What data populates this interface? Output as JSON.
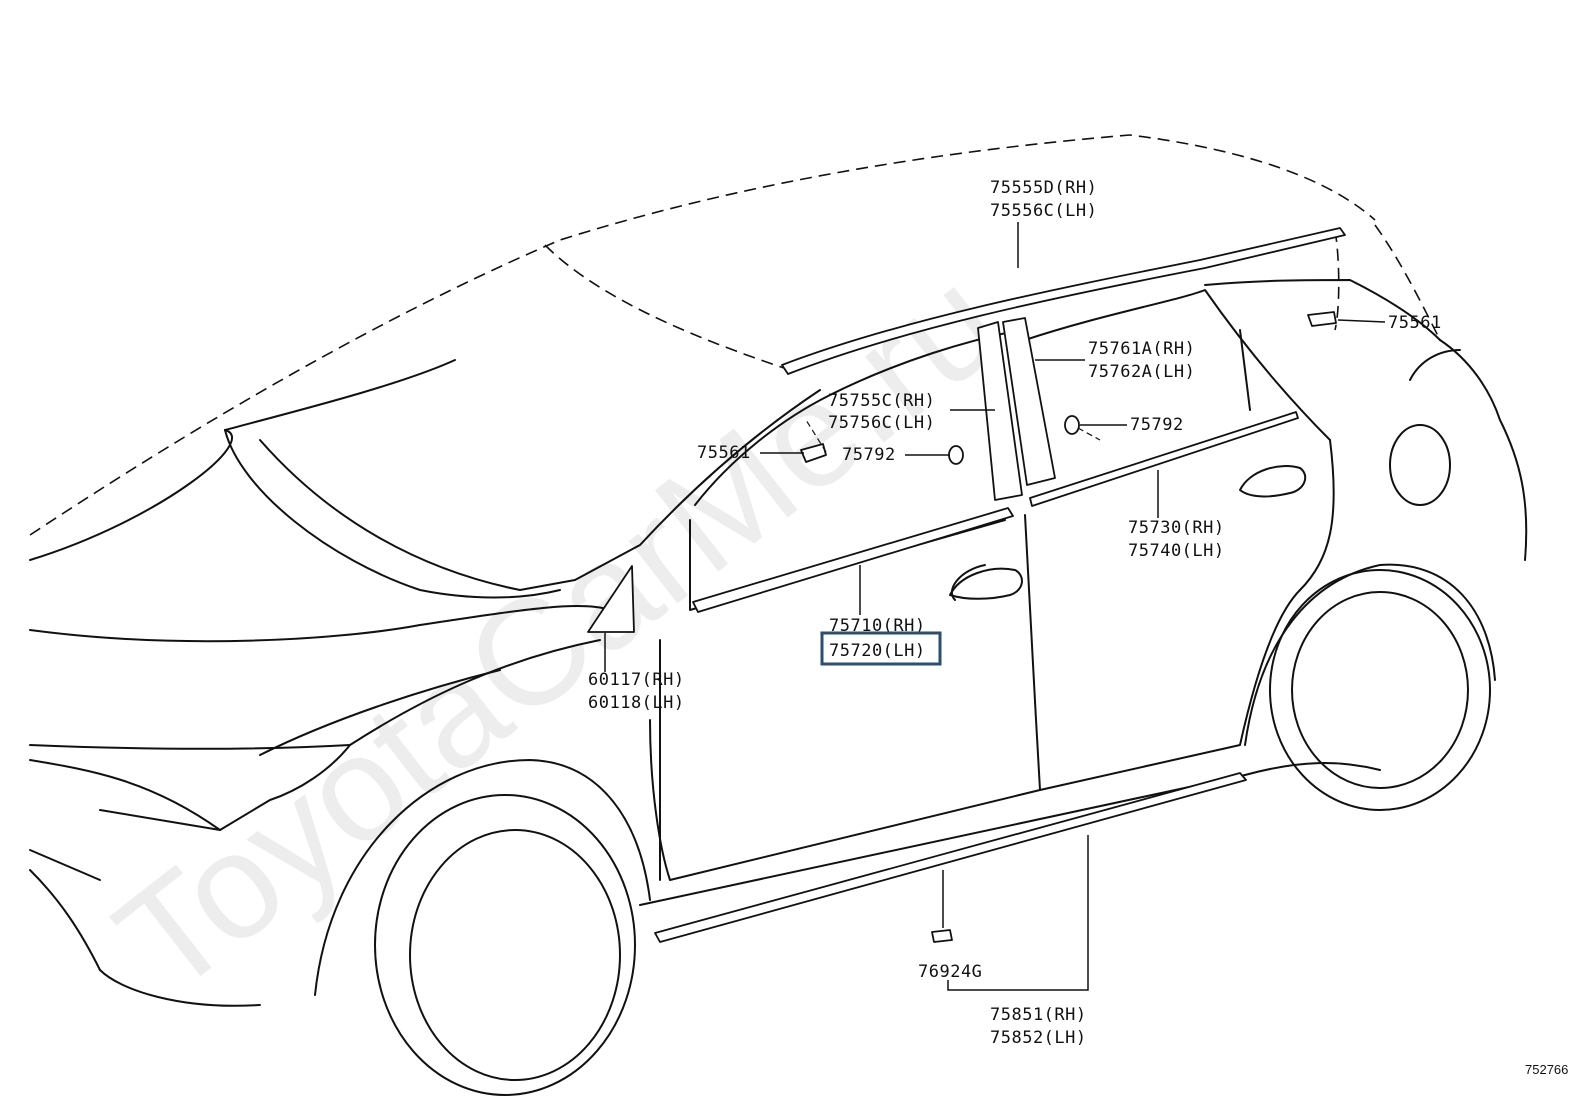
{
  "watermark": "ToyotaCarMe.ru",
  "diagram_ref": "752766",
  "highlight_color": "#2b4f6c",
  "callouts": {
    "c75555": {
      "rh": "75555D(RH)",
      "lh": "75556C(LH)"
    },
    "c75561_right": "75561",
    "c75761": {
      "rh": "75761A(RH)",
      "lh": "75762A(LH)"
    },
    "c75755": {
      "rh": "75755C(RH)",
      "lh": "75756C(LH)"
    },
    "c75792_right": "75792",
    "c75561_left": "75561",
    "c75792_left": "75792",
    "c75730": {
      "rh": "75730(RH)",
      "lh": "75740(LH)"
    },
    "c75710": {
      "rh": "75710(RH)",
      "lh": "75720(LH)"
    },
    "c60117": {
      "rh": "60117(RH)",
      "lh": "60118(LH)"
    },
    "c76924": "76924G",
    "c75851": {
      "rh": "75851(RH)",
      "lh": "75852(LH)"
    }
  },
  "highlighted_part": "75720(LH)"
}
